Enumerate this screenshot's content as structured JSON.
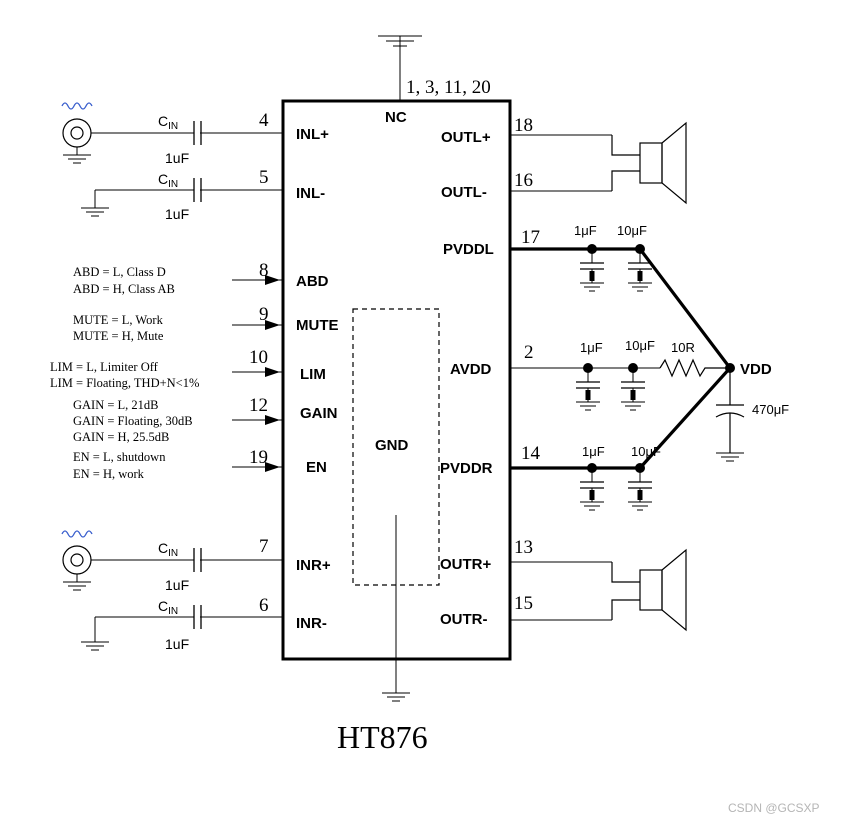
{
  "chip": {
    "name": "HT876",
    "nc_label": "NC",
    "nc_pins": "1, 3, 11, 20",
    "gnd_label": "GND"
  },
  "left_pins": [
    {
      "num": "4",
      "label": "INL+"
    },
    {
      "num": "5",
      "label": "INL-"
    },
    {
      "num": "8",
      "label": "ABD"
    },
    {
      "num": "9",
      "label": "MUTE"
    },
    {
      "num": "10",
      "label": "LIM"
    },
    {
      "num": "12",
      "label": "GAIN"
    },
    {
      "num": "19",
      "label": "EN"
    },
    {
      "num": "7",
      "label": "INR+"
    },
    {
      "num": "6",
      "label": "INR-"
    }
  ],
  "right_pins": [
    {
      "num": "18",
      "label": "OUTL+"
    },
    {
      "num": "16",
      "label": "OUTL-"
    },
    {
      "num": "17",
      "label": "PVDDL"
    },
    {
      "num": "2",
      "label": "AVDD"
    },
    {
      "num": "14",
      "label": "PVDDR"
    },
    {
      "num": "13",
      "label": "OUTR+"
    },
    {
      "num": "15",
      "label": "OUTR-"
    }
  ],
  "notes": {
    "abd": [
      "ABD = L, Class D",
      "ABD = H, Class AB"
    ],
    "mute": [
      "MUTE = L, Work",
      "MUTE = H, Mute"
    ],
    "lim": [
      "LIM = L, Limiter Off",
      "LIM = Floating, THD+N<1%"
    ],
    "gain": [
      "GAIN = L, 21dB",
      "GAIN = Floating, 30dB",
      "GAIN = H, 25.5dB"
    ],
    "en": [
      "EN = L, shutdown",
      "EN = H, work"
    ]
  },
  "input_caps": {
    "name_main": "C",
    "name_sub": "IN",
    "value": "1uF"
  },
  "supply": {
    "cap_small": "1μF",
    "cap_large": "10μF",
    "resistor": "10R",
    "vdd": "VDD",
    "bulk_cap": "470μF"
  },
  "watermark": "CSDN @GCSXP",
  "colors": {
    "line": "#000000",
    "signal": "#3a5fcd"
  }
}
